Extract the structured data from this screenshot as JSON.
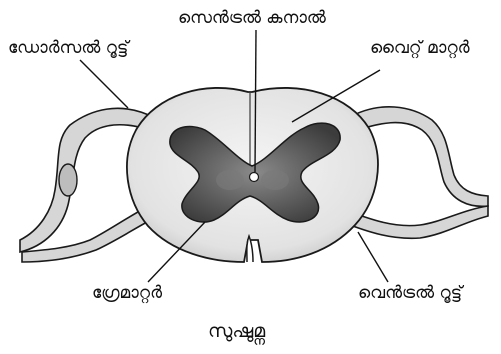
{
  "labels": {
    "central_canal": "സെൻട്രൽ കനാൽ",
    "dorsal_root": "ഡോർസൽ റൂട്ട്",
    "white_matter": "വൈറ്റ് മാറ്റർ",
    "grey_matter": "ഗ്രേമാറ്റർ",
    "ventral_root": "വെൻട്രൽ റൂട്ട്",
    "caption": "സുഷുമ്ന"
  },
  "colors": {
    "white_matter_fill": "#e9e9e9",
    "grey_matter_fill": "#5a5a5a",
    "root_fill": "#d8d8d8",
    "outline": "#1a1a1a"
  }
}
